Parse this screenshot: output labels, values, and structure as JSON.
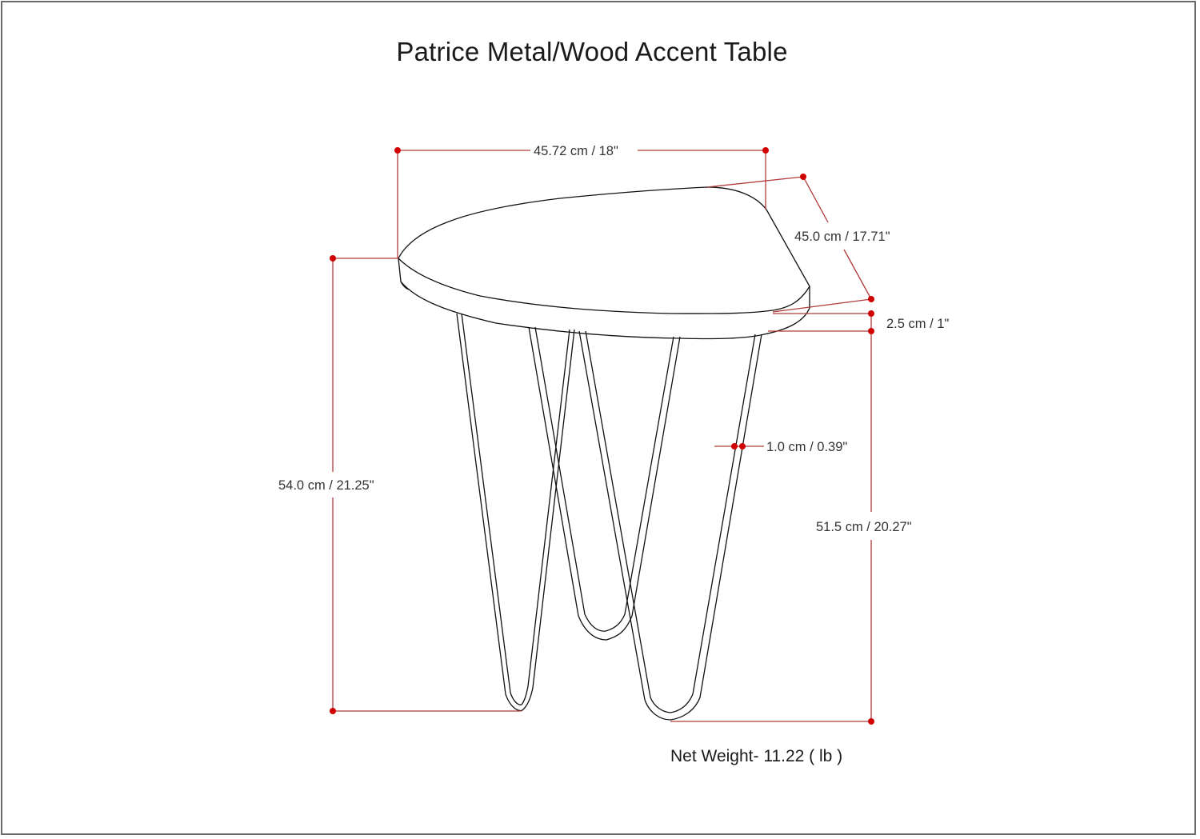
{
  "title": "Patrice Metal/Wood Accent Table",
  "colors": {
    "dimension_line": "#b23a3a",
    "dimension_dot": "#d10000",
    "outline": "#111111",
    "text": "#333333",
    "frame": "#6a6a6a"
  },
  "dimensions": {
    "top_width": "45.72 cm / 18\"",
    "top_depth": "45.0 cm / 17.71\"",
    "top_thickness": "2.5 cm / 1\"",
    "leg_thickness": "1.0 cm / 0.39\"",
    "total_height": "54.0 cm / 21.25\"",
    "leg_height": "51.5 cm / 20.27\""
  },
  "net_weight": "Net Weight- 11.22 ( lb )"
}
